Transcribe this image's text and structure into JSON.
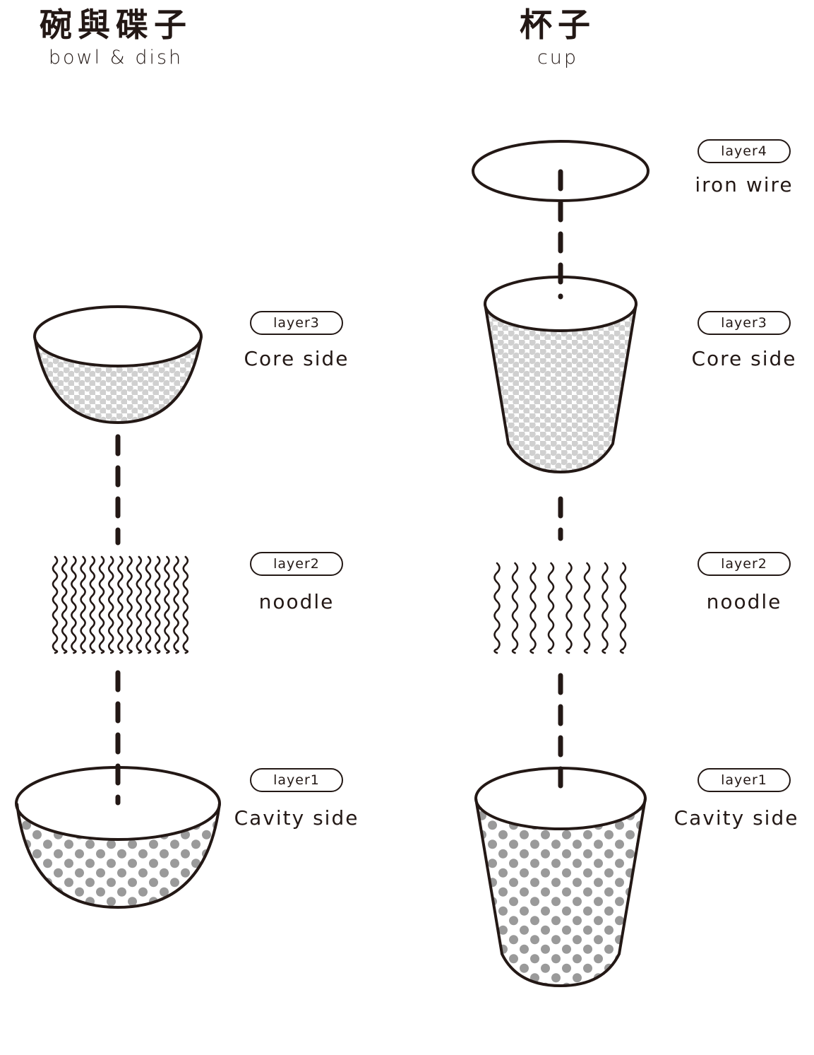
{
  "left_column": {
    "title_zh": "碗與碟子",
    "title_en": "bowl & dish",
    "layers": [
      {
        "tag": "layer3",
        "label": "Core side"
      },
      {
        "tag": "layer2",
        "label": "noodle"
      },
      {
        "tag": "layer1",
        "label": "Cavity side"
      }
    ]
  },
  "right_column": {
    "title_zh": "杯子",
    "title_en": "cup",
    "layers": [
      {
        "tag": "layer4",
        "label": "iron wire"
      },
      {
        "tag": "layer3",
        "label": "Core side"
      },
      {
        "tag": "layer2",
        "label": "noodle"
      },
      {
        "tag": "layer1",
        "label": "Cavity side"
      }
    ]
  },
  "colors": {
    "stroke": "#231815",
    "light_dots": "#d0d0d0",
    "dark_dots": "#9a9a9a"
  }
}
